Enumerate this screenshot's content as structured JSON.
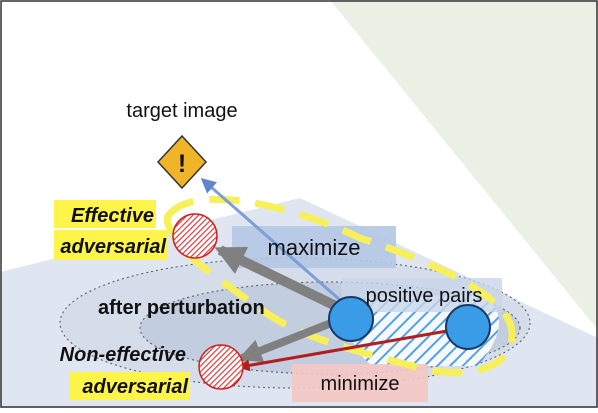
{
  "labels": {
    "target_image": "target image",
    "target_symbol": "!",
    "effective_line1": "Effective",
    "effective_line2": "adversarial",
    "maximize": "maximize",
    "after_perturbation": "after perturbation",
    "positive_pairs": "positive pairs",
    "non_effective_line1": "Non-effective",
    "non_effective_line2": "adversarial",
    "minimize": "minimize"
  },
  "colors": {
    "region_green": "#eaf1e4",
    "region_blue": "#dfe6f2",
    "highlight_yellow": "#fff54a",
    "dashed_yellow": "#f7f05a",
    "diamond_fill": "#f0b428",
    "adversarial_red": "#e03a3a",
    "positive_blue": "#3a9ce6",
    "red_line": "#b01e1e",
    "blue_arrow": "#7d9ed6",
    "gray_arrow": "#808080",
    "maximize_box": "#b4c6e4",
    "minimize_box": "#f4c8c4"
  }
}
